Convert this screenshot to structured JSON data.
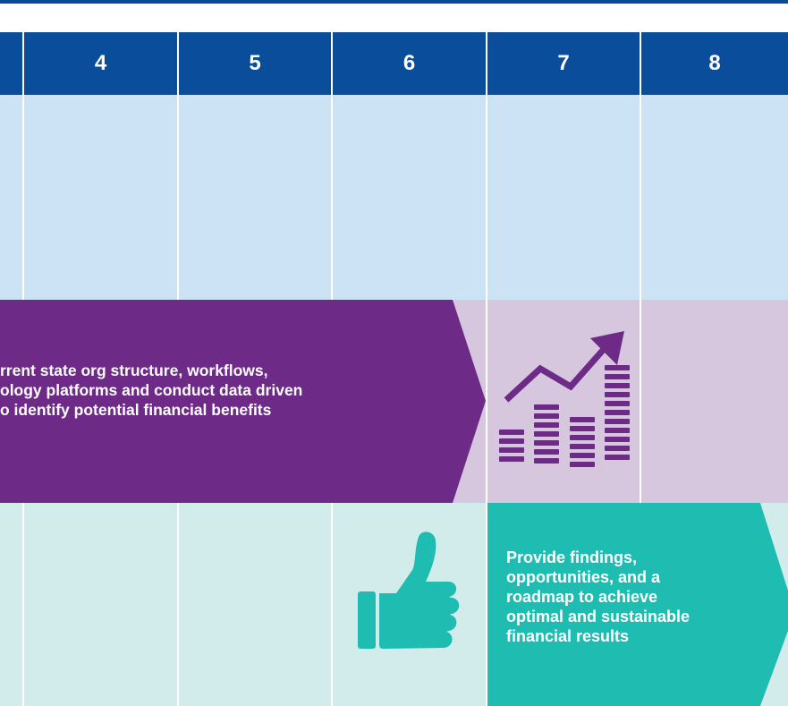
{
  "header": {
    "columns": [
      "4",
      "5",
      "6",
      "7",
      "8"
    ]
  },
  "purple_banner": {
    "lines": [
      "rrent state org structure, workflows,",
      "ology platforms and conduct data driven",
      "o identify potential financial benefits"
    ],
    "color": "#6d2a86"
  },
  "teal_banner": {
    "lines": [
      "Provide findings,",
      "opportunities, and a",
      "roadmap to achieve",
      "optimal and sustainable",
      "financial results"
    ],
    "color": "#1fbcb1"
  },
  "icons": {
    "growth_chart": "rising-bar-chart-icon",
    "thumbs_up": "thumbs-up-icon"
  },
  "colors": {
    "header": "#0a4d9b",
    "row1": "#cce3f6",
    "row2": "#d6c6de",
    "row3": "#d2ecec",
    "icon_purple": "#6d2a86",
    "icon_teal": "#1fbcb1"
  }
}
